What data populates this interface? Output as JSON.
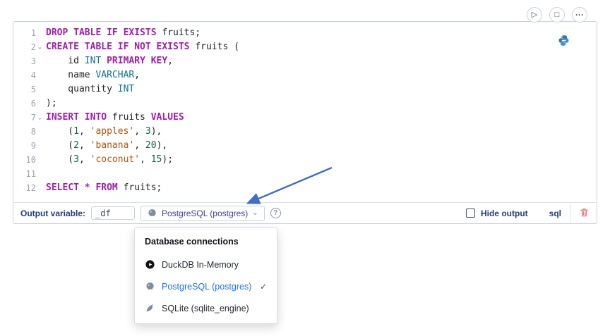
{
  "icons": {
    "run": "▷",
    "interrupt": "□",
    "more": "···",
    "chevron_down": "⌄",
    "help": "?",
    "check": "✓"
  },
  "code": {
    "lines": [
      {
        "n": "1",
        "fold": false,
        "tokens": [
          [
            "kw",
            "DROP TABLE IF EXISTS"
          ],
          [
            "pl",
            " fruits;"
          ]
        ]
      },
      {
        "n": "2",
        "fold": true,
        "tokens": [
          [
            "kw",
            "CREATE TABLE IF NOT EXISTS"
          ],
          [
            "pl",
            " fruits ("
          ]
        ]
      },
      {
        "n": "3",
        "fold": false,
        "tokens": [
          [
            "pl",
            "    id "
          ],
          [
            "ty",
            "INT"
          ],
          [
            "pl",
            " "
          ],
          [
            "kw",
            "PRIMARY KEY"
          ],
          [
            "pl",
            ","
          ]
        ]
      },
      {
        "n": "4",
        "fold": false,
        "tokens": [
          [
            "pl",
            "    name "
          ],
          [
            "ty",
            "VARCHAR"
          ],
          [
            "pl",
            ","
          ]
        ]
      },
      {
        "n": "5",
        "fold": false,
        "tokens": [
          [
            "pl",
            "    quantity "
          ],
          [
            "ty",
            "INT"
          ]
        ]
      },
      {
        "n": "6",
        "fold": false,
        "tokens": [
          [
            "pl",
            ");"
          ]
        ]
      },
      {
        "n": "7",
        "fold": true,
        "tokens": [
          [
            "kw",
            "INSERT INTO"
          ],
          [
            "pl",
            " fruits "
          ],
          [
            "kw",
            "VALUES"
          ]
        ]
      },
      {
        "n": "8",
        "fold": false,
        "tokens": [
          [
            "pl",
            "    ("
          ],
          [
            "num",
            "1"
          ],
          [
            "pl",
            ", "
          ],
          [
            "str",
            "'apples'"
          ],
          [
            "pl",
            ", "
          ],
          [
            "num",
            "3"
          ],
          [
            "pl",
            "),"
          ]
        ]
      },
      {
        "n": "9",
        "fold": false,
        "tokens": [
          [
            "pl",
            "    ("
          ],
          [
            "num",
            "2"
          ],
          [
            "pl",
            ", "
          ],
          [
            "str",
            "'banana'"
          ],
          [
            "pl",
            ", "
          ],
          [
            "num",
            "20"
          ],
          [
            "pl",
            "),"
          ]
        ]
      },
      {
        "n": "10",
        "fold": false,
        "tokens": [
          [
            "pl",
            "    ("
          ],
          [
            "num",
            "3"
          ],
          [
            "pl",
            ", "
          ],
          [
            "str",
            "'coconut'"
          ],
          [
            "pl",
            ", "
          ],
          [
            "num",
            "15"
          ],
          [
            "pl",
            ");"
          ]
        ]
      },
      {
        "n": "11",
        "fold": false,
        "tokens": []
      },
      {
        "n": "12",
        "fold": false,
        "tokens": [
          [
            "kw",
            "SELECT"
          ],
          [
            "pl",
            " "
          ],
          [
            "kw",
            "*"
          ],
          [
            "pl",
            " "
          ],
          [
            "kw",
            "FROM"
          ],
          [
            "pl",
            " fruits;"
          ]
        ]
      }
    ]
  },
  "footer": {
    "output_variable_label": "Output variable:",
    "output_variable_value": "_df",
    "connection_selected": "PostgreSQL (postgres)",
    "hide_output_label": "Hide output",
    "language_badge": "sql"
  },
  "menu": {
    "title": "Database connections",
    "items": [
      {
        "label": "DuckDB In-Memory",
        "icon": "duckdb-icon",
        "selected": false
      },
      {
        "label": "PostgreSQL (postgres)",
        "icon": "postgresql-icon",
        "selected": true
      },
      {
        "label": "SQLite (sqlite_engine)",
        "icon": "sqlite-icon",
        "selected": false
      }
    ]
  },
  "colors": {
    "keyword": "#a21caf",
    "type": "#0e7490",
    "number": "#116644",
    "string": "#b45309",
    "accent_blue": "#1a73e8",
    "arrow": "#3c6ed0",
    "danger": "#e57373",
    "navy": "#243a7a"
  }
}
